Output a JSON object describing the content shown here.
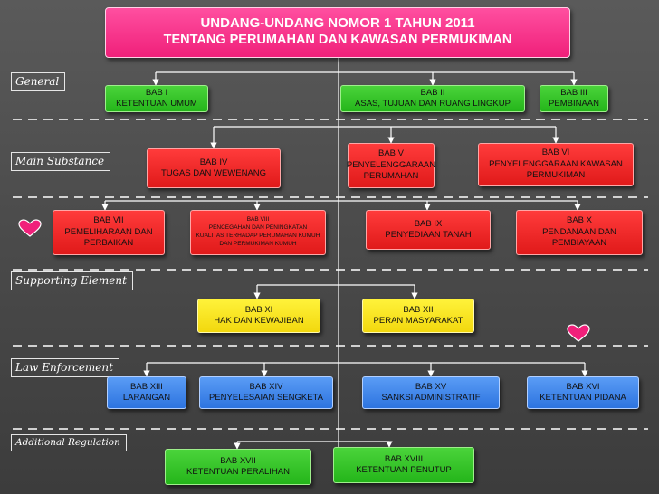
{
  "title": {
    "line1": "UNDANG-UNDANG NOMOR 1 TAHUN 2011",
    "line2": "TENTANG PERUMAHAN DAN KAWASAN PERMUKIMAN"
  },
  "sections": {
    "general": "General",
    "main_substance": "Main Substance",
    "supporting_element": "Supporting Element",
    "law_enforcement": "Law Enforcement",
    "additional_regulation": "Additional Regulation"
  },
  "boxes": {
    "bab1": {
      "num": "BAB I",
      "text": "KETENTUAN UMUM"
    },
    "bab2": {
      "num": "BAB II",
      "text": "ASAS, TUJUAN DAN RUANG LINGKUP"
    },
    "bab3": {
      "num": "BAB III",
      "text": "PEMBINAAN"
    },
    "bab4": {
      "num": "BAB IV",
      "text": "TUGAS DAN WEWENANG"
    },
    "bab5": {
      "num": "BAB V",
      "text": "PENYELENGGARAAN PERUMAHAN"
    },
    "bab6": {
      "num": "BAB VI",
      "text": "PENYELENGGARAAN  KAWASAN PERMUKIMAN"
    },
    "bab7": {
      "num": "BAB VII",
      "text": "PEMELIHARAAN DAN PERBAIKAN"
    },
    "bab8": {
      "num": "BAB VIII",
      "text": "PENCEGAHAN DAN PENINGKATAN KUALITAS TERHADAP PERUMAHAN KUMUH DAN PERMUKIMAN KUMUH"
    },
    "bab9": {
      "num": "BAB IX",
      "text": "PENYEDIAAN TANAH"
    },
    "bab10": {
      "num": "BAB X",
      "text": "PENDANAAN DAN PEMBIAYAAN"
    },
    "bab11": {
      "num": "BAB XI",
      "text": "HAK DAN KEWAJIBAN"
    },
    "bab12": {
      "num": "BAB XII",
      "text": "PERAN  MASYARAKAT"
    },
    "bab13": {
      "num": "BAB XIII",
      "text": "LARANGAN"
    },
    "bab14": {
      "num": "BAB XIV",
      "text": "PENYELESAIAN SENGKETA"
    },
    "bab15": {
      "num": "BAB XV",
      "text": "SANKSI ADMINISTRATIF"
    },
    "bab16": {
      "num": "BAB XVI",
      "text": "KETENTUAN PIDANA"
    },
    "bab17": {
      "num": "BAB XVII",
      "text": "KETENTUAN PERALIHAN"
    },
    "bab18": {
      "num": "BAB XVIII",
      "text": "KETENTUAN PENUTUP"
    }
  },
  "colors": {
    "title": "#f0207a",
    "green": "#24b51a",
    "red": "#e01a1a",
    "yellow": "#f2d80e",
    "blue": "#2d74e0",
    "heart": "#f0207a"
  },
  "icons": [
    "heart-icon",
    "heart-icon"
  ]
}
